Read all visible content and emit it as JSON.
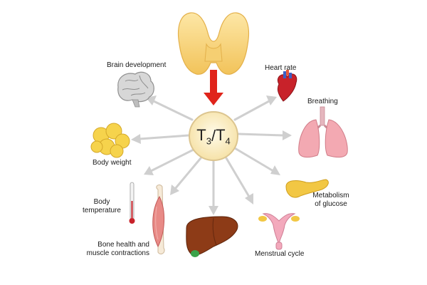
{
  "hub": {
    "t3_base": "T",
    "t3_sub": "3",
    "slash": "/",
    "t4_base": "T",
    "t4_sub": "4"
  },
  "labels": {
    "brain": "Brain development",
    "heart": "Heart rate",
    "breathing": "Breathing",
    "body_weight": "Body weight",
    "metabolism_line1": "Metabolism",
    "metabolism_line2": "of glucose",
    "body_temp_line1": "Body",
    "body_temp_line2": "temperature",
    "bone_line1": "Bone health and",
    "bone_line2": "muscle contractions",
    "menstrual": "Menstrual cycle"
  },
  "colors": {
    "arrow": "#cfcfcf",
    "main_arrow": "#e0241b",
    "hub_fill": "#fbf0cf",
    "hub_stroke": "#dcc58f",
    "thyroid": "#f6d27a",
    "liver": "#8d3b17",
    "lungs": "#f3a9b2",
    "pancreas": "#f2c744",
    "uterus": "#f3a9bc"
  },
  "icons": [
    "thyroid-icon",
    "brain-icon",
    "heart-icon",
    "lungs-icon",
    "fat-cell-icon",
    "pancreas-icon",
    "thermometer-icon",
    "bone-muscle-icon",
    "liver-icon",
    "uterus-icon"
  ]
}
